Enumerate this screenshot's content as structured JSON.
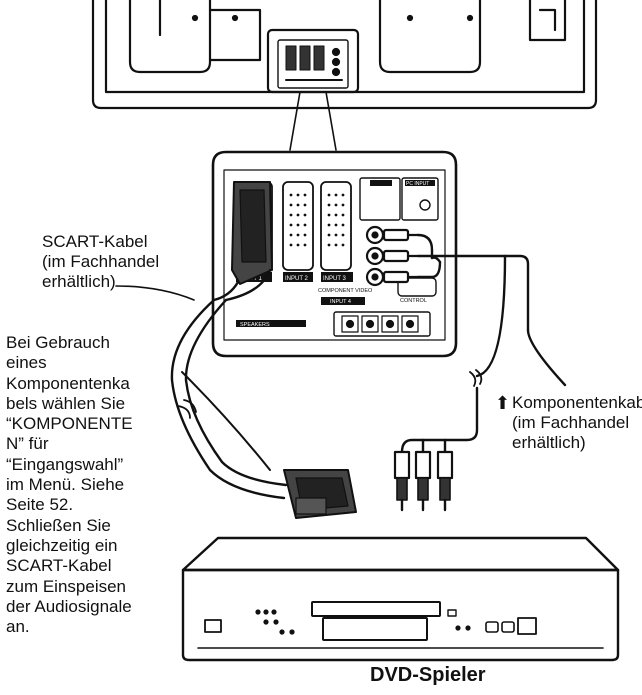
{
  "labels": {
    "scart_cable": [
      "SCART-Kabel",
      "(im Fachhandel",
      "erhältlich)"
    ],
    "component_cable": [
      "Komponentenkabel",
      "(im Fachhandel",
      "erhältlich)"
    ],
    "note": [
      "Bei Gebrauch",
      "eines",
      "Komponentenka",
      "bels wählen Sie",
      "“KOMPONENTE",
      "N” für",
      "“Eingangswahl”",
      "im Menü. Siehe",
      "Seite 52.",
      "Schließen Sie",
      "gleichzeitig ein",
      "SCART-Kabel",
      "zum Einspeisen",
      "der Audiosignale",
      "an."
    ],
    "dvd_player": "DVD-Spieler"
  },
  "panel_text": {
    "input1": "INPUT 1",
    "input2": "INPUT 2",
    "input3": "INPUT 3",
    "component_video": "COMPONENT VIDEO",
    "input4": "INPUT 4",
    "pc_input": "PC INPUT",
    "control": "CONTROL",
    "speakers": "SPEAKERS"
  },
  "icons": {
    "arrow": "arrow-up-icon"
  }
}
